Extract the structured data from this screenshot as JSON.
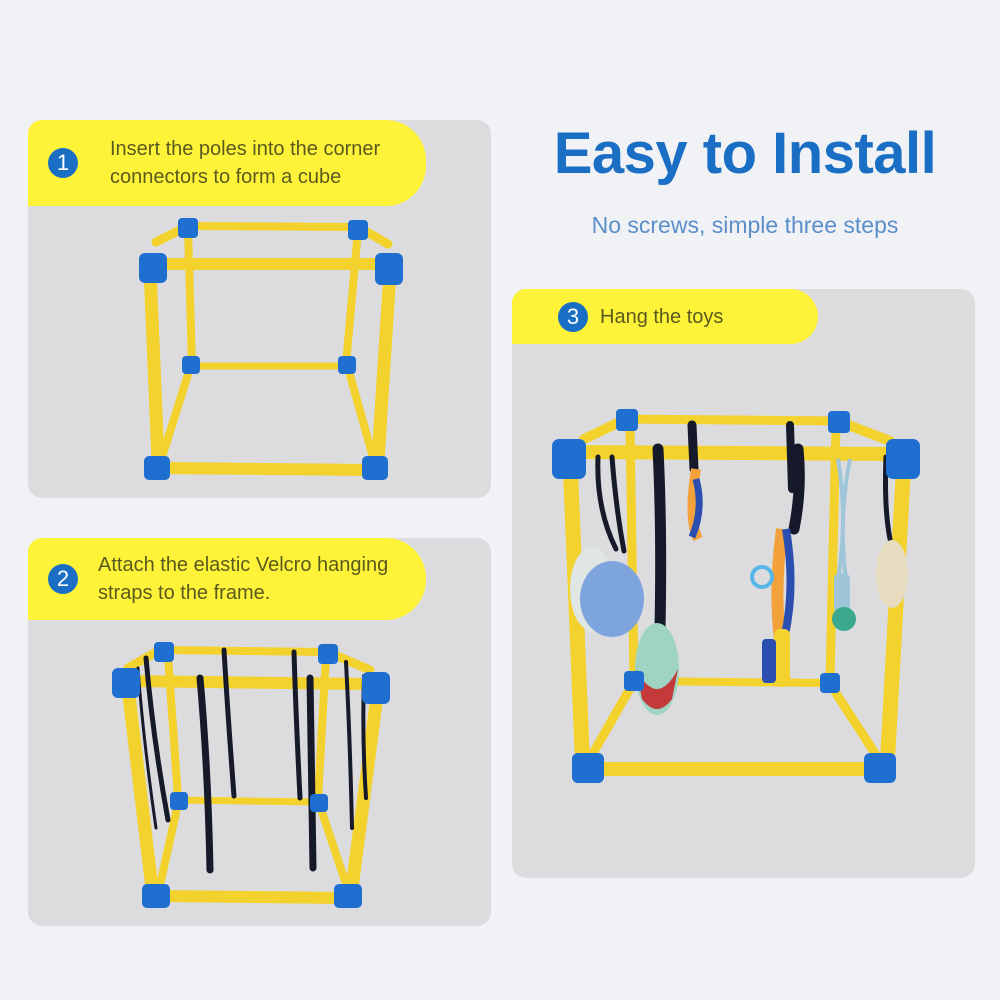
{
  "header": {
    "title": "Easy to Install",
    "subtitle": "No screws, simple three steps"
  },
  "steps": [
    {
      "number": "1",
      "text_line1": "Insert the poles into the corner",
      "text_line2": "connectors to form a cube",
      "image": "assembled-cube-frame"
    },
    {
      "number": "2",
      "text_line1": "Attach the elastic Velcro hanging",
      "text_line2": "straps to the frame.",
      "image": "cube-frame-with-straps"
    },
    {
      "number": "3",
      "text_line1": "Hang the toys",
      "text_line2": "",
      "image": "cube-frame-with-hanging-toys"
    }
  ],
  "colors": {
    "background": "#f1f2f6",
    "panel": "#dcdcde",
    "pill": "#fff33a",
    "badge": "#1a6fc4",
    "title": "#1a6fc4",
    "subtitle": "#5b8fc9",
    "pole": "#f3d22e",
    "connector": "#1f6fd1",
    "strap": "#15192a"
  }
}
